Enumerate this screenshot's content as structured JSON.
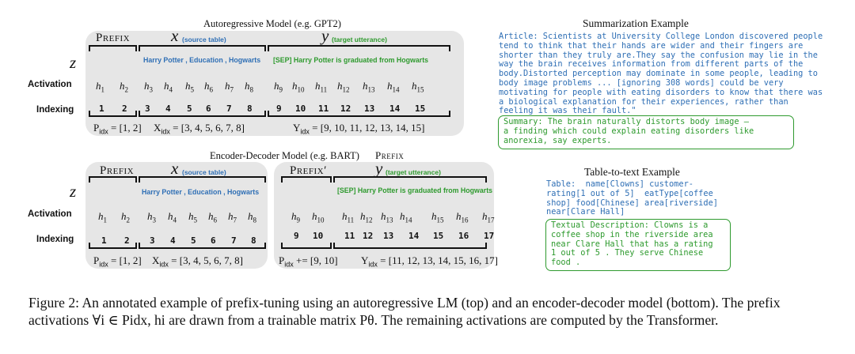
{
  "top": {
    "title": "Autoregressive Model (e.g. GPT2)",
    "prefix": "Prefix",
    "x": "x",
    "x_label": "(source table)",
    "y": "y",
    "y_label": "(target utterance)",
    "z": "z",
    "source_text": "Harry Potter , Education , Hogwarts",
    "target_text": "[SEP] Harry Potter  is graduated from Hogwarts",
    "activation_label": "Activation",
    "indexing_label": "Indexing",
    "activations": [
      "h1",
      "h2",
      "h3",
      "h4",
      "h5",
      "h6",
      "h7",
      "h8",
      "h9",
      "h10",
      "h11",
      "h12",
      "h13",
      "h14",
      "h15"
    ],
    "indices": [
      "1",
      "2",
      "3",
      "4",
      "5",
      "6",
      "7",
      "8",
      "9",
      "10",
      "11",
      "12",
      "13",
      "14",
      "15"
    ],
    "p_idx": "= [1, 2]",
    "x_idx": "= [3, 4, 5, 6, 7, 8]",
    "y_idx": "= [9, 10, 11, 12, 13, 14, 15]"
  },
  "bottom": {
    "title": "Encoder-Decoder Model (e.g. BART)",
    "prefix_enc": "Prefix",
    "prefix_outside": "Prefix",
    "prefix_dec": "Prefix′",
    "x": "x",
    "x_label": "(source table)",
    "y": "y",
    "y_label": "(target utterance)",
    "z": "z",
    "source_text": "Harry Potter , Education , Hogwarts",
    "target_text": "[SEP] Harry Potter  is graduated from Hogwarts",
    "activation_label": "Activation",
    "indexing_label": "Indexing",
    "enc_activations": [
      "h1",
      "h2",
      "h3",
      "h4",
      "h5",
      "h6",
      "h7",
      "h8"
    ],
    "dec_activations": [
      "h9",
      "h10",
      "h11",
      "h12",
      "h13",
      "h14",
      "h15",
      "h16",
      "h17"
    ],
    "enc_indices": [
      "1",
      "2",
      "3",
      "4",
      "5",
      "6",
      "7",
      "8"
    ],
    "dec_indices": [
      "9",
      "10",
      "11",
      "12",
      "13",
      "14",
      "15",
      "16",
      "17"
    ],
    "p_idx": "= [1, 2]",
    "x_idx": "= [3, 4, 5, 6, 7, 8]",
    "p_idx_dec": "+= [9, 10]",
    "y_idx": "= [11, 12, 13, 14, 15, 16, 17]"
  },
  "summarization": {
    "title": "Summarization Example",
    "article": "Article: Scientists at University College London discovered people\ntend to think that their hands are wider and their fingers are\nshorter than they truly are.They say the confusion may lie in the\nway the brain receives information from different parts of the\nbody.Distorted perception may dominate in some people, leading to\nbody image problems ... [ignoring 308 words] could be very\nmotivating for people with eating disorders to know that there was\na biological explanation for their experiences, rather than\nfeeling it was their fault.\"",
    "summary": "Summary: The brain naturally distorts body image –\na finding which could explain eating disorders like\nanorexia, say experts."
  },
  "table2text": {
    "title": "Table-to-text Example",
    "table": "Table:  name[Clowns] customer-\nrating[1 out of 5]  eatType[coffee\nshop] food[Chinese] area[riverside]\nnear[Clare Hall]",
    "description": "Textual Description: Clowns is a\ncoffee shop in the riverside area\nnear Clare Hall that has a rating\n1 out of 5 . They serve Chinese\nfood ."
  },
  "caption": "Figure 2:  An annotated example of prefix-tuning using an autoregressive LM (top) and an encoder-decoder model (bottom). The prefix activations ∀i ∈ Pidx, hi are drawn from a trainable matrix Pθ. The remaining activations are computed by the Transformer.",
  "colors": {
    "source": "#2f6fb5",
    "target": "#2e9a2e",
    "panel": "#e6e6e6"
  }
}
